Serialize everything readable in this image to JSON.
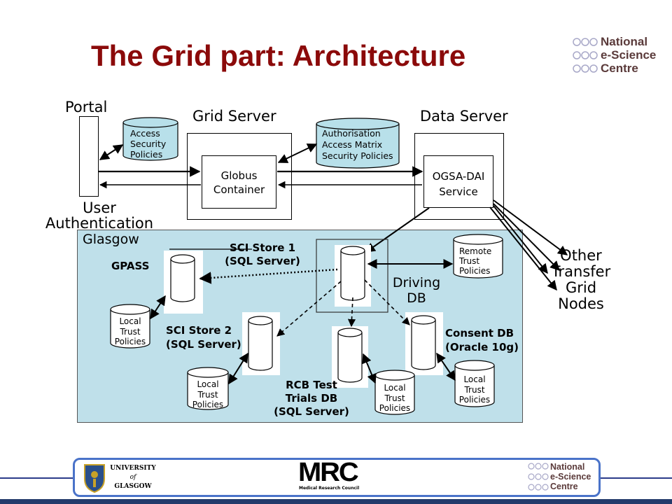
{
  "title": "The Grid part: Architecture",
  "nesc_logo": [
    "National",
    "e-Science",
    "Centre"
  ],
  "portal": {
    "title": "Portal",
    "caption": [
      "User",
      "Authentication"
    ]
  },
  "access_policies": [
    "Access",
    "Security",
    "Policies"
  ],
  "grid_server": {
    "title": "Grid Server",
    "inner": [
      "Globus",
      "Container"
    ]
  },
  "authorisation": [
    "Authorisation",
    "Access Matrix",
    "Security Policies"
  ],
  "data_server": {
    "title": "Data Server",
    "inner": [
      "OGSA-DAI",
      "Service"
    ]
  },
  "other_nodes": [
    "Other",
    "Transfer",
    "Grid",
    "Nodes"
  ],
  "glasgow": {
    "label": "Glasgow",
    "gpass": "GPASS",
    "sci_store_1": [
      "SCI Store 1",
      "(SQL Server)"
    ],
    "sci_store_2": [
      "SCI Store 2",
      "(SQL Server)"
    ],
    "driving_db": [
      "Driving",
      "DB"
    ],
    "remote_trust": [
      "Remote",
      "Trust",
      "Policies"
    ],
    "consent_db": [
      "Consent DB",
      "(Oracle 10g)"
    ],
    "rcb": [
      "RCB Test",
      "Trials DB",
      "(SQL Server)"
    ],
    "local_trust": [
      "Local",
      "Trust",
      "Policies"
    ]
  },
  "footer": {
    "glasgow": [
      "UNIVERSITY",
      "of",
      "GLASGOW"
    ],
    "mrc": "MRC",
    "mrc_sub": "Medical Research Council"
  },
  "colors": {
    "title": "#8b0a0a",
    "glasgow_panel": "#bfe0ea",
    "cylinder_fill": "#b8e0ea",
    "footer_border": "#4a73c9",
    "footer_bar": "#233a6b"
  }
}
